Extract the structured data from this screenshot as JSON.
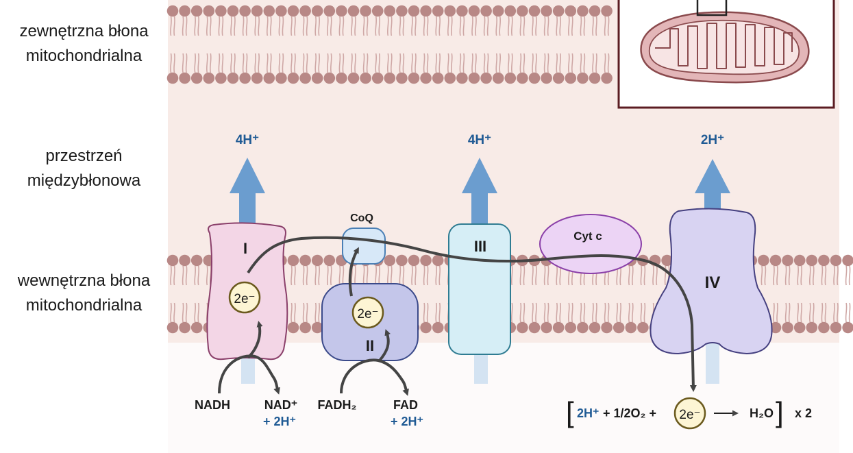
{
  "labels": {
    "outer_membrane": [
      "zewnętrzna błona",
      "mitochondrialna"
    ],
    "intermembrane_space": [
      "przestrzeń",
      "międzybłonowa"
    ],
    "inner_membrane": [
      "wewnętrzna błona",
      "mitochondrialna"
    ]
  },
  "complexes": {
    "c1": "I",
    "c2": "II",
    "c3": "III",
    "c4": "IV",
    "coq": "CoQ",
    "cytc": "Cyt c"
  },
  "pumps": {
    "c1": "4H⁺",
    "c3": "4H⁺",
    "c4": "2H⁺"
  },
  "electrons": {
    "symbol": "2e⁻"
  },
  "substrates": {
    "nadh": "NADH",
    "nad_product": "NAD⁺",
    "nad_protons": "+ 2H⁺",
    "fadh2": "FADH₂",
    "fad_product": "FAD",
    "fad_protons": "+ 2H⁺"
  },
  "equation": {
    "left_bracket": "[",
    "h_part": "2H⁺",
    "o_part": "+ 1/2O₂ +",
    "water": "H₂O",
    "right_bracket": "]",
    "multiplier": "x 2"
  },
  "colors": {
    "background_space": "#f8ebe7",
    "lipid_head": "#b88886",
    "lipid_tail": "#cfa8a6",
    "complex_I": "#f3d6e6",
    "complex_II": "#c4c6ea",
    "complex_III": "#d6eef6",
    "complex_IV": "#d8d3f2",
    "cyt_c": "#ecd4f5",
    "coq": "#d7e8f8",
    "arrow_blue": "#6b9dcf",
    "text_blue": "#1f5a94",
    "electron_fill": "#fdf5d4",
    "electron_stroke": "#6b5a1e",
    "electron_path": "#444444",
    "inset_frame": "#5b1c22"
  }
}
